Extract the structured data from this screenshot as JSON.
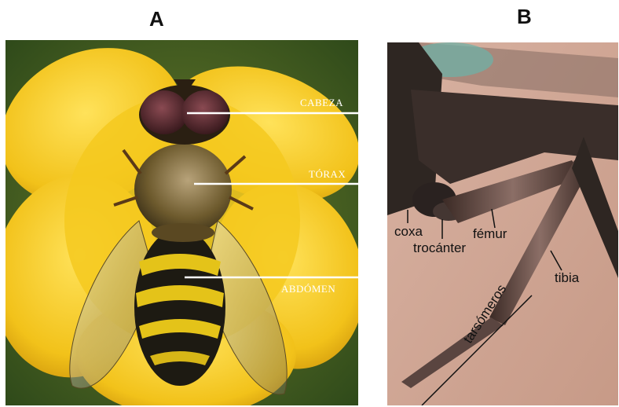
{
  "panels": {
    "a": {
      "letter": "A",
      "labels": {
        "cabeza": "CABEZA",
        "torax": "TÓRAX",
        "abdomen": "ABDÓMEN"
      }
    },
    "b": {
      "letter": "B",
      "labels": {
        "coxa": "coxa",
        "trocanter": "trocánter",
        "femur": "fémur",
        "tibia": "tibia",
        "tarsomeros": "tarsómeros"
      }
    }
  },
  "colors": {
    "flower_yellow": "#f2c21a",
    "background_green": "#3f5a1f",
    "panel_b_background": "#c79a87",
    "label_line_white": "#ffffff",
    "label_line_black": "#111111"
  }
}
